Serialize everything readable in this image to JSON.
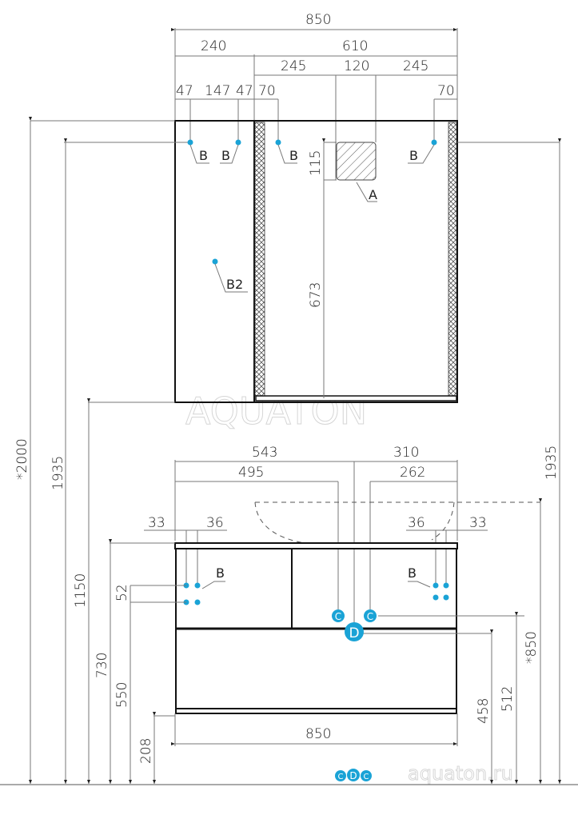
{
  "colors": {
    "accent": "#1aa3d6",
    "line": "#111111",
    "dim_line": "#777777"
  },
  "watermark": {
    "logo": "AQUATON",
    "site": "aquaton.ru"
  },
  "top_dimensions": {
    "total": "850",
    "left_cabinet": "240",
    "mirror": "610",
    "mirror_left": "245",
    "mirror_center": "120",
    "mirror_right": "245",
    "cab_a": "47",
    "cab_b": "147",
    "cab_c": "47",
    "mirror_hole_left": "70",
    "mirror_hole_right": "70",
    "light_height": "115",
    "light_to_bottom": "673"
  },
  "top_labels": {
    "b1": "B",
    "b2": "B",
    "b3": "B",
    "b4": "B",
    "a": "A",
    "b_cabinet": "B2"
  },
  "bottom_dimensions": {
    "d543": "543",
    "d310": "310",
    "d495": "495",
    "d262": "262",
    "d33_left": "33",
    "d36_left": "36",
    "d36_right": "36",
    "d33_right": "33",
    "d52": "52",
    "width": "850"
  },
  "bottom_labels": {
    "b_left": "B",
    "b_right": "B",
    "c": "C",
    "d": "D"
  },
  "vertical_dimensions": {
    "total_height": "*2000",
    "left_1935": "1935",
    "left_1150": "1150",
    "left_730": "730",
    "left_550": "550",
    "left_208": "208",
    "right_1935": "1935",
    "right_850": "*850",
    "right_512": "512",
    "right_458": "458"
  },
  "legend": {
    "c": "C",
    "d": "D"
  }
}
